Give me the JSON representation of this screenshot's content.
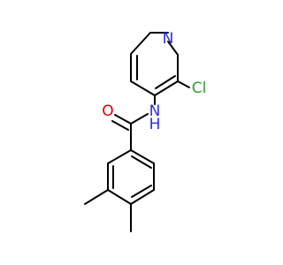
{
  "atoms": {
    "n_ring": {
      "text": "N",
      "color": "#2d2de8"
    },
    "cl": {
      "text": "Cl",
      "color": "#2ca02c"
    },
    "nh": {
      "text": "N",
      "color": "#2d2de8"
    },
    "nh_h": {
      "text": "H",
      "color": "#2d2de8"
    },
    "o": {
      "text": "O",
      "color": "#e00000"
    }
  }
}
